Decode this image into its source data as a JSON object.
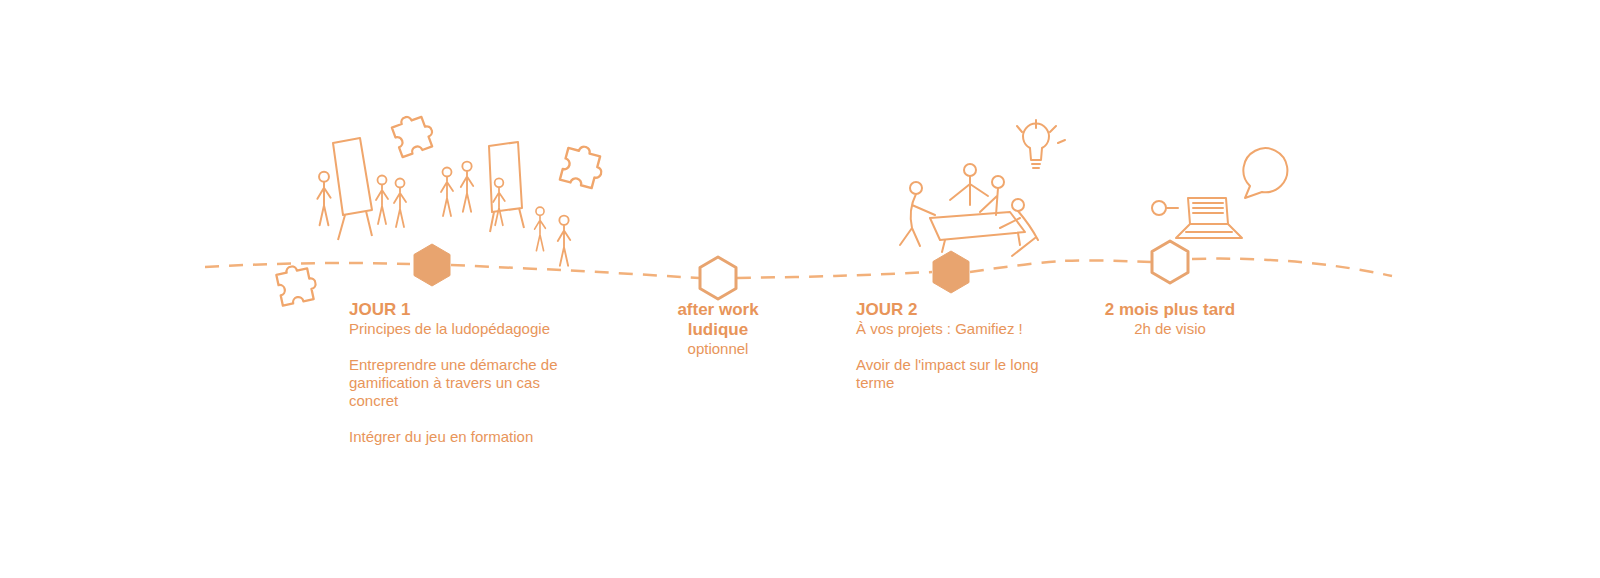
{
  "diagram": {
    "nodes": [
      {
        "text": [
          "JOUR 1",
          "Principes de la ludopédagogie",
          "Entreprendre une démarche de gamification à travers un cas concret",
          "Intégrer du jeu en formation"
        ]
      },
      {
        "text": [
          "after work ludique",
          "optionnel"
        ]
      },
      {
        "text": [
          "JOUR 2",
          "À vos projets : Gamifiez !",
          "Avoir de l'impact sur le long terme"
        ]
      },
      {
        "text": [
          "2 mois plus tard",
          "2h de visio"
        ]
      }
    ],
    "edges": [
      {
        "from": 0,
        "to": 1,
        "arrow": "none"
      },
      {
        "from": 1,
        "to": 2,
        "arrow": "none"
      },
      {
        "from": 2,
        "to": 3,
        "arrow": "none"
      }
    ]
  }
}
